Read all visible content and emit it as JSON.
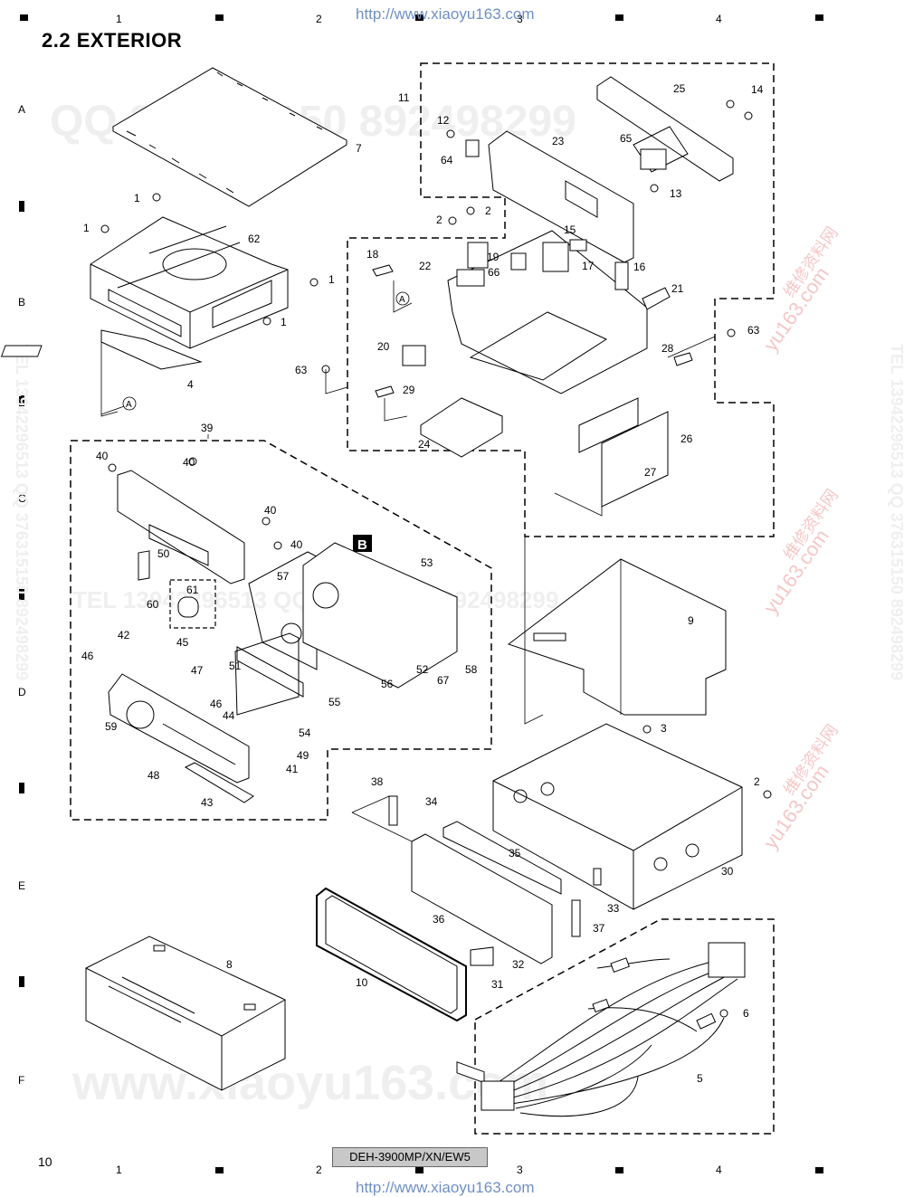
{
  "header": {
    "section_title": "2.2  EXTERIOR",
    "url_top": "http://www.xiaoyu163.com",
    "url_bottom": "http://www.xiaoyu163.com"
  },
  "footer": {
    "page_number": "10",
    "model": "DEH-3900MP/XN/EW5"
  },
  "grid": {
    "columns": [
      "1",
      "2",
      "3",
      "4"
    ],
    "rows": [
      "A",
      "B",
      "C",
      "D",
      "E",
      "F"
    ]
  },
  "watermarks": {
    "qq_top": "QQ 376315150   892498299",
    "qq_mid": "TEL 13942296513  QQ 376315150  892498299",
    "www_bottom": "www.xiaoyu163.com",
    "side_tel": "TEL 13942296513  QQ 376315150  892498299",
    "chinese_mark": "维修资料网",
    "yu_mark": "yu163.com"
  },
  "section_labels": {
    "A": "A",
    "B": "B"
  },
  "part_labels": [
    "1",
    "2",
    "3",
    "4",
    "5",
    "6",
    "7",
    "8",
    "9",
    "10",
    "11",
    "12",
    "13",
    "14",
    "15",
    "16",
    "17",
    "18",
    "19",
    "20",
    "21",
    "22",
    "23",
    "24",
    "25",
    "26",
    "27",
    "28",
    "29",
    "30",
    "31",
    "32",
    "33",
    "34",
    "35",
    "36",
    "37",
    "38",
    "39",
    "40",
    "41",
    "42",
    "43",
    "44",
    "45",
    "46",
    "47",
    "48",
    "49",
    "50",
    "51",
    "52",
    "53",
    "54",
    "55",
    "56",
    "57",
    "58",
    "59",
    "60",
    "61",
    "62",
    "63",
    "64",
    "65",
    "66",
    "67"
  ],
  "circle_refs": {
    "ref_a": "A"
  }
}
